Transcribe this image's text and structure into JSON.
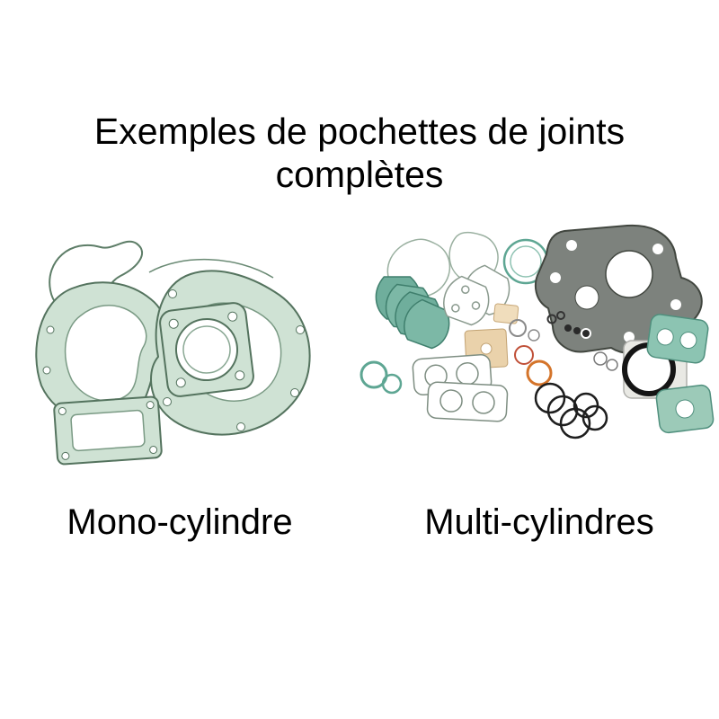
{
  "title": {
    "line1": "Exemples de pochettes de joints",
    "line2": "complètes"
  },
  "figures": {
    "mono": {
      "label": "Mono-cylindre"
    },
    "multi": {
      "label": "Multi-cylindres"
    }
  },
  "palette": {
    "background": "#ffffff",
    "text": "#000000",
    "gasket_green_fill": "#cfe2d4",
    "gasket_green_stroke": "#54735e",
    "teal_fill": "#6fae9c",
    "teal_stroke": "#3f7f6d",
    "dark_gasket_fill": "#7d827d",
    "dark_gasket_stroke": "#41463f",
    "tan_fill": "#ead2ab",
    "tan_stroke": "#c2a272",
    "orange_ring": "#d4742a",
    "red_ring": "#c05038",
    "black_ring": "#1a1a1a"
  }
}
